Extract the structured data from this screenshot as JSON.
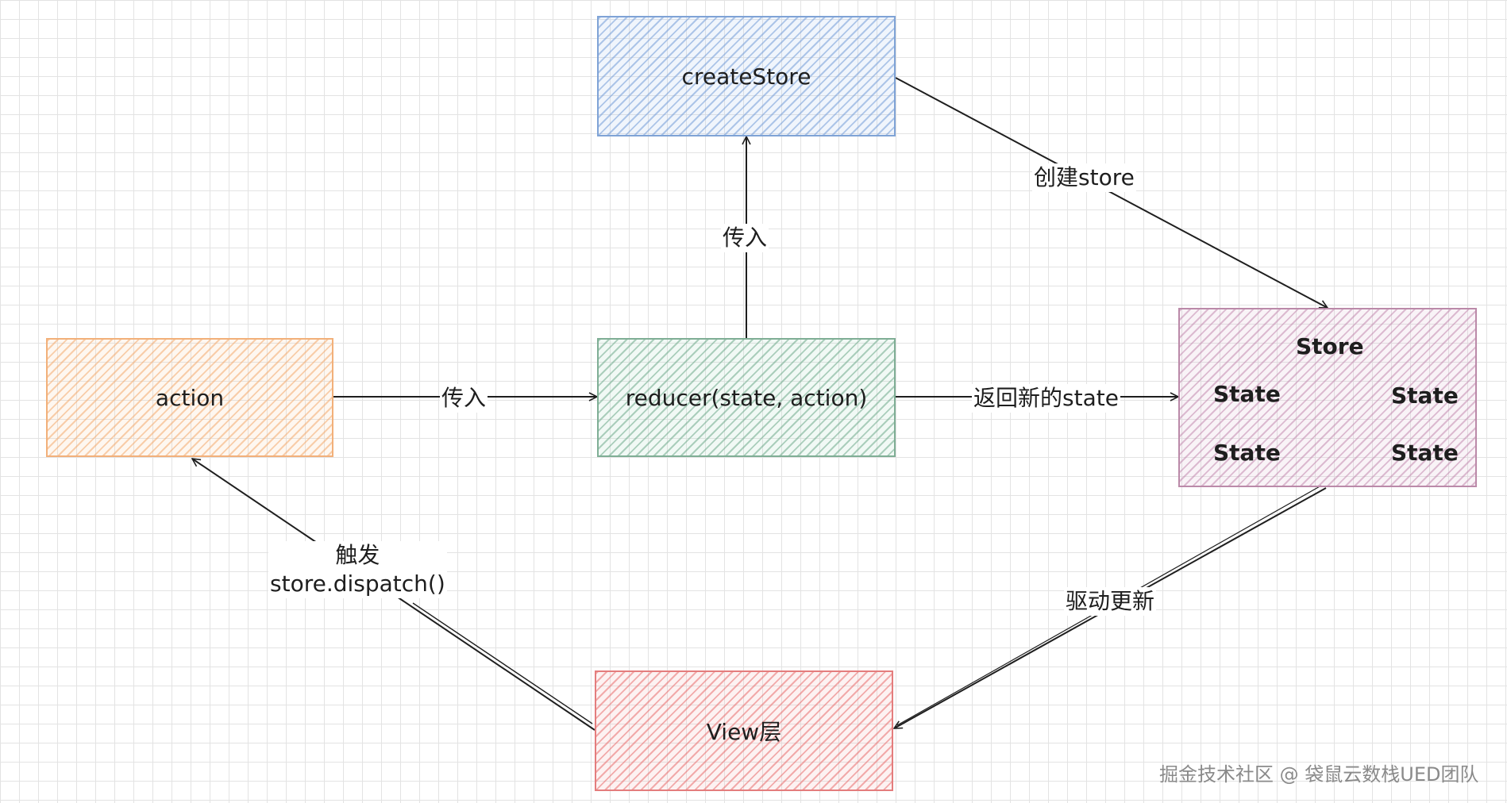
{
  "nodes": {
    "create_store": "createStore",
    "action": "action",
    "reducer": "reducer(state, action)",
    "view": "View层",
    "store": {
      "title": "Store",
      "states": [
        "State",
        "State",
        "State",
        "State"
      ]
    }
  },
  "edges": {
    "reducer_to_create_store": "传入",
    "create_store_to_store": "创建store",
    "action_to_reducer": "传入",
    "reducer_to_store": "返回新的state",
    "store_to_view": "驱动更新",
    "view_to_action": [
      "触发",
      "store.dispatch()"
    ]
  },
  "watermark": "掘金技术社区 @ 袋鼠云数栈UED团队",
  "colors": {
    "create_store": "#7fa3d6",
    "action": "#f2b07a",
    "reducer": "#7fae95",
    "store": "#bb8aa9",
    "view": "#e47d7d",
    "edge": "#1e1e1e"
  }
}
